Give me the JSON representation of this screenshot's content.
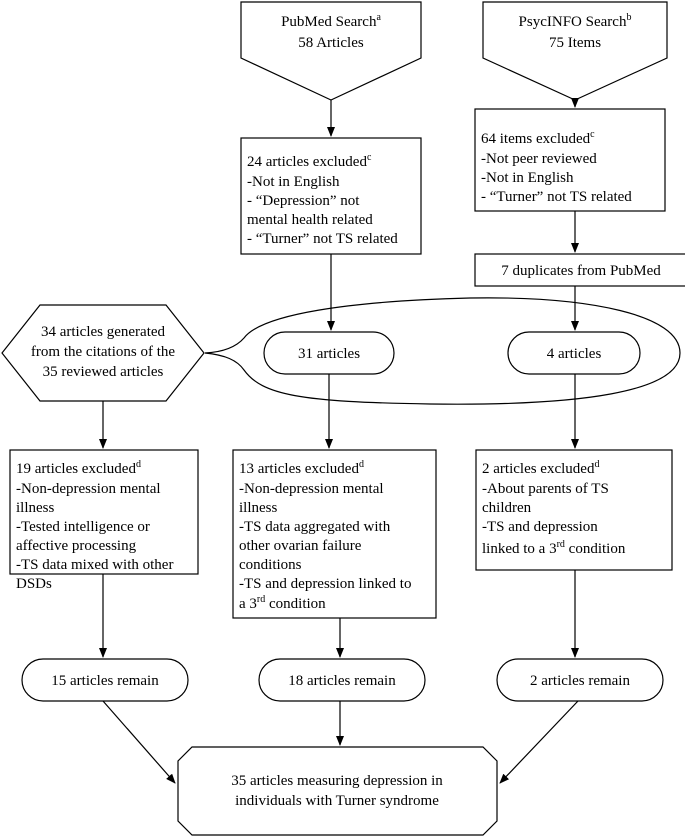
{
  "pubmed": {
    "title": "PubMed Search",
    "sup": "a",
    "count": "58 Articles"
  },
  "psycinfo": {
    "title": "PsycINFO Search",
    "sup": "b",
    "count": "75 Items"
  },
  "pubmed_excluded": {
    "heading": "24 articles excluded",
    "sup": "c",
    "lines": [
      "-Not in English",
      "- “Depression” not",
      "mental health related",
      "- “Turner” not TS related"
    ]
  },
  "psycinfo_excluded": {
    "heading": "64 items excluded",
    "sup": "c",
    "lines": [
      "-Not peer reviewed",
      "-Not in English",
      "- “Turner” not TS related"
    ]
  },
  "duplicates": "7 duplicates from PubMed",
  "citations": {
    "lines": [
      "34 articles generated",
      "from the citations of the",
      "35 reviewed articles"
    ]
  },
  "mid_31": "31 articles",
  "mid_4": "4 articles",
  "excl_left": {
    "heading": "19 articles excluded",
    "sup": "d",
    "lines": [
      "-Non-depression mental",
      "illness",
      "-Tested intelligence or",
      "affective processing",
      "-TS data mixed with other",
      "DSDs"
    ]
  },
  "excl_mid": {
    "heading": "13 articles excluded",
    "sup": "d",
    "lines": [
      "-Non-depression mental",
      "illness",
      "-TS data aggregated with",
      "other ovarian failure",
      "conditions",
      "-TS and depression linked to"
    ],
    "last_pre": "a 3",
    "last_sup": "rd",
    "last_post": " condition"
  },
  "excl_right": {
    "heading": "2 articles excluded",
    "sup": "d",
    "lines": [
      "-About parents of TS",
      "children",
      "-TS and depression"
    ],
    "last_pre": "linked to a 3",
    "last_sup": "rd",
    "last_post": " condition"
  },
  "remain_left": "15 articles remain",
  "remain_mid": "18 articles remain",
  "remain_right": "2 articles remain",
  "final": {
    "lines": [
      "35 articles measuring depression in",
      "individuals with Turner syndrome"
    ]
  }
}
